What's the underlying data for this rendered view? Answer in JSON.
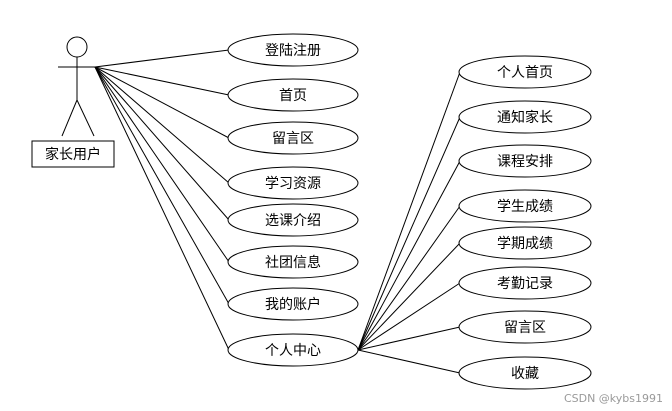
{
  "actor": {
    "label": "家长用户"
  },
  "use_cases_left": [
    "登陆注册",
    "首页",
    "留言区",
    "学习资源",
    "选课介绍",
    "社团信息",
    "我的账户",
    "个人中心"
  ],
  "use_cases_right": [
    "个人首页",
    "通知家长",
    "课程安排",
    "学生成绩",
    "学期成绩",
    "考勤记录",
    "留言区",
    "收藏"
  ],
  "watermark": "CSDN @kybs1991",
  "colors": {
    "line": "#000000",
    "fill": "#ffffff",
    "watermark": "#9a9a9a"
  }
}
